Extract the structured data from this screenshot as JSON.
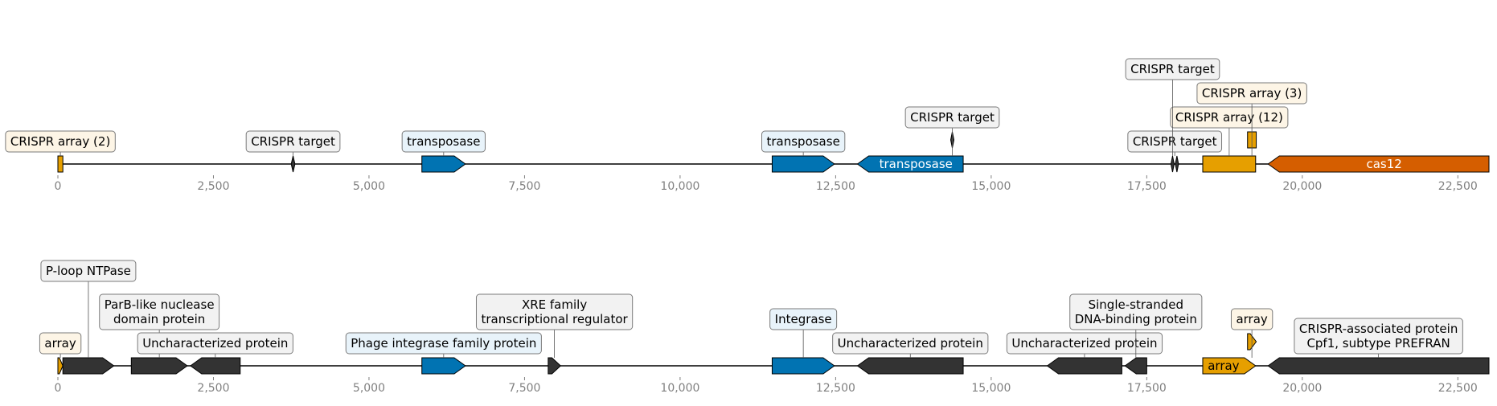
{
  "colors": {
    "transposase": "#0173b2",
    "crispr": "#e69f00",
    "cas12": "#d55e00",
    "dark": "#333333",
    "box_crispr": "#fdf5e6",
    "box_blue": "#e8f3fa",
    "box_gray": "#f2f2f2"
  },
  "tracks": [
    {
      "name": "top-track",
      "xlim": [
        0,
        23000
      ],
      "ticks": [
        "0",
        "2,500",
        "5,000",
        "7,500",
        "10,000",
        "12,500",
        "15,000",
        "17,500",
        "20,000",
        "22,500"
      ],
      "features": [
        {
          "start": 0,
          "end": 80,
          "strand": 0,
          "color": "crispr",
          "shape": "rect"
        },
        {
          "start": 3750,
          "end": 3810,
          "strand": 0,
          "color": "dark",
          "shape": "diamond"
        },
        {
          "start": 5850,
          "end": 6550,
          "strand": 1,
          "color": "transposase"
        },
        {
          "start": 11480,
          "end": 12480,
          "strand": 1,
          "color": "transposase"
        },
        {
          "start": 12850,
          "end": 14550,
          "strand": -1,
          "color": "transposase",
          "label": "transposase",
          "text_color": "#ffffff"
        },
        {
          "start": 14350,
          "end": 14400,
          "strand": 0,
          "color": "dark",
          "shape": "diamond",
          "raised": 1
        },
        {
          "start": 17890,
          "end": 17940,
          "strand": 0,
          "color": "dark",
          "shape": "diamond"
        },
        {
          "start": 17960,
          "end": 18010,
          "strand": 0,
          "color": "dark",
          "shape": "diamond"
        },
        {
          "start": 18400,
          "end": 19250,
          "strand": 0,
          "color": "crispr",
          "shape": "rect"
        },
        {
          "start": 19120,
          "end": 19260,
          "strand": 0,
          "color": "crispr",
          "shape": "rect",
          "raised": 1
        },
        {
          "start": 19450,
          "end": 23000,
          "strand": -1,
          "color": "cas12",
          "label": "cas12",
          "text_color": "#ffffff"
        }
      ],
      "annotations": [
        {
          "text": [
            "CRISPR array (2)"
          ],
          "pos": 40,
          "level": 1,
          "box": "box_crispr"
        },
        {
          "text": [
            "CRISPR target"
          ],
          "pos": 3780,
          "level": 1,
          "box": "box_gray"
        },
        {
          "text": [
            "transposase"
          ],
          "pos": 6200,
          "level": 1,
          "box": "box_blue"
        },
        {
          "text": [
            "transposase"
          ],
          "pos": 11980,
          "level": 1,
          "box": "box_blue"
        },
        {
          "text": [
            "CRISPR target"
          ],
          "pos": 14375,
          "level": 2,
          "box": "box_gray"
        },
        {
          "text": [
            "CRISPR target"
          ],
          "pos": 17950,
          "level": 1,
          "box": "box_gray"
        },
        {
          "text": [
            "CRISPR array (12)"
          ],
          "pos": 18825,
          "level": 2,
          "box": "box_crispr"
        },
        {
          "text": [
            "CRISPR array (3)"
          ],
          "pos": 19190,
          "level": 3,
          "box": "box_crispr"
        },
        {
          "text": [
            "CRISPR target"
          ],
          "pos": 17915,
          "level": 4,
          "box": "box_gray"
        }
      ]
    },
    {
      "name": "bottom-track",
      "xlim": [
        0,
        23000
      ],
      "ticks": [
        "0",
        "2,500",
        "5,000",
        "7,500",
        "10,000",
        "12,500",
        "15,000",
        "17,500",
        "20,000",
        "22,500"
      ],
      "features": [
        {
          "start": 0,
          "end": 80,
          "strand": 1,
          "color": "crispr"
        },
        {
          "start": 80,
          "end": 900,
          "strand": 1,
          "color": "dark"
        },
        {
          "start": 1180,
          "end": 2080,
          "strand": 1,
          "color": "dark"
        },
        {
          "start": 2130,
          "end": 2930,
          "strand": -1,
          "color": "dark"
        },
        {
          "start": 5850,
          "end": 6550,
          "strand": 1,
          "color": "transposase"
        },
        {
          "start": 7880,
          "end": 8080,
          "strand": 1,
          "color": "dark"
        },
        {
          "start": 11480,
          "end": 12480,
          "strand": 1,
          "color": "transposase"
        },
        {
          "start": 12850,
          "end": 14550,
          "strand": -1,
          "color": "dark"
        },
        {
          "start": 15900,
          "end": 17100,
          "strand": -1,
          "color": "dark"
        },
        {
          "start": 17150,
          "end": 17500,
          "strand": -1,
          "color": "dark"
        },
        {
          "start": 18400,
          "end": 19250,
          "strand": 1,
          "color": "crispr",
          "label": "array",
          "text_color": "#000000"
        },
        {
          "start": 19120,
          "end": 19260,
          "strand": 1,
          "color": "crispr",
          "raised": 1
        },
        {
          "start": 19450,
          "end": 23000,
          "strand": -1,
          "color": "dark"
        }
      ],
      "annotations": [
        {
          "text": [
            "array"
          ],
          "pos": 40,
          "level": 1,
          "box": "box_crispr"
        },
        {
          "text": [
            "P-loop NTPase"
          ],
          "pos": 490,
          "level": 4,
          "box": "box_gray"
        },
        {
          "text": [
            "ParB-like nuclease",
            "domain protein"
          ],
          "pos": 1630,
          "level": 2,
          "box": "box_gray"
        },
        {
          "text": [
            "Uncharacterized protein"
          ],
          "pos": 2530,
          "level": 1,
          "box": "box_gray"
        },
        {
          "text": [
            "Phage integrase family protein"
          ],
          "pos": 6200,
          "level": 1,
          "box": "box_blue"
        },
        {
          "text": [
            "XRE family",
            "transcriptional regulator"
          ],
          "pos": 7980,
          "level": 2,
          "box": "box_gray"
        },
        {
          "text": [
            "Integrase"
          ],
          "pos": 11980,
          "level": 2,
          "box": "box_blue"
        },
        {
          "text": [
            "Uncharacterized protein"
          ],
          "pos": 13700,
          "level": 1,
          "box": "box_gray"
        },
        {
          "text": [
            "Uncharacterized protein"
          ],
          "pos": 16500,
          "level": 1,
          "box": "box_gray"
        },
        {
          "text": [
            "Single-stranded",
            "DNA-binding protein"
          ],
          "pos": 17325,
          "level": 2,
          "box": "box_gray"
        },
        {
          "text": [
            "array"
          ],
          "pos": 19190,
          "level": 2,
          "box": "box_crispr"
        },
        {
          "text": [
            "CRISPR-associated protein",
            "Cpf1, subtype PREFRAN"
          ],
          "pos": 21225,
          "level": 1,
          "box": "box_gray"
        }
      ]
    }
  ]
}
